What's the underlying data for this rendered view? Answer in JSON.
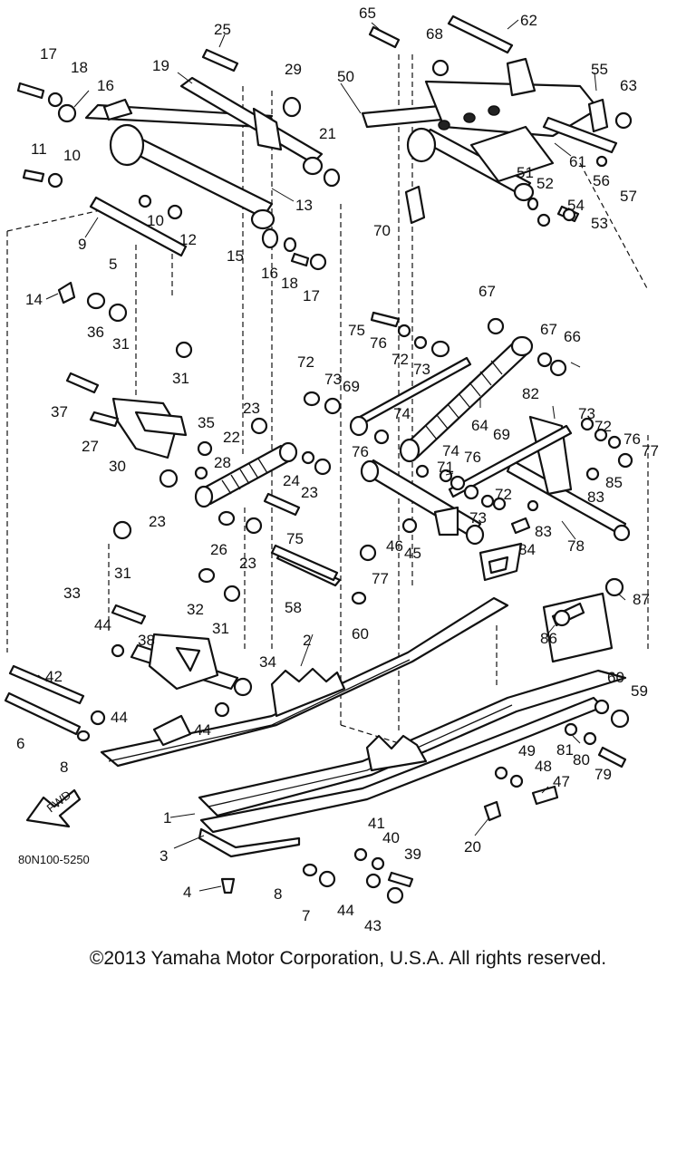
{
  "diagram": {
    "drawing_code": "80N100-5250",
    "fwd_label": "FWD",
    "callouts": [
      "1",
      "2",
      "3",
      "4",
      "5",
      "6",
      "7",
      "8",
      "9",
      "10",
      "11",
      "12",
      "13",
      "14",
      "15",
      "16",
      "17",
      "18",
      "19",
      "20",
      "21",
      "22",
      "23",
      "24",
      "25",
      "26",
      "27",
      "28",
      "29",
      "30",
      "31",
      "32",
      "33",
      "34",
      "35",
      "36",
      "37",
      "38",
      "39",
      "40",
      "41",
      "42",
      "43",
      "44",
      "45",
      "46",
      "47",
      "48",
      "49",
      "50",
      "51",
      "52",
      "53",
      "54",
      "55",
      "56",
      "57",
      "58",
      "59",
      "60",
      "61",
      "62",
      "63",
      "64",
      "65",
      "66",
      "67",
      "68",
      "69",
      "70",
      "71",
      "72",
      "73",
      "74",
      "75",
      "76",
      "77",
      "78",
      "79",
      "80",
      "81",
      "82",
      "83",
      "84",
      "85",
      "86",
      "87"
    ]
  },
  "footer": {
    "copyright": "©2013 Yamaha Motor Corporation, U.S.A. All rights reserved."
  }
}
